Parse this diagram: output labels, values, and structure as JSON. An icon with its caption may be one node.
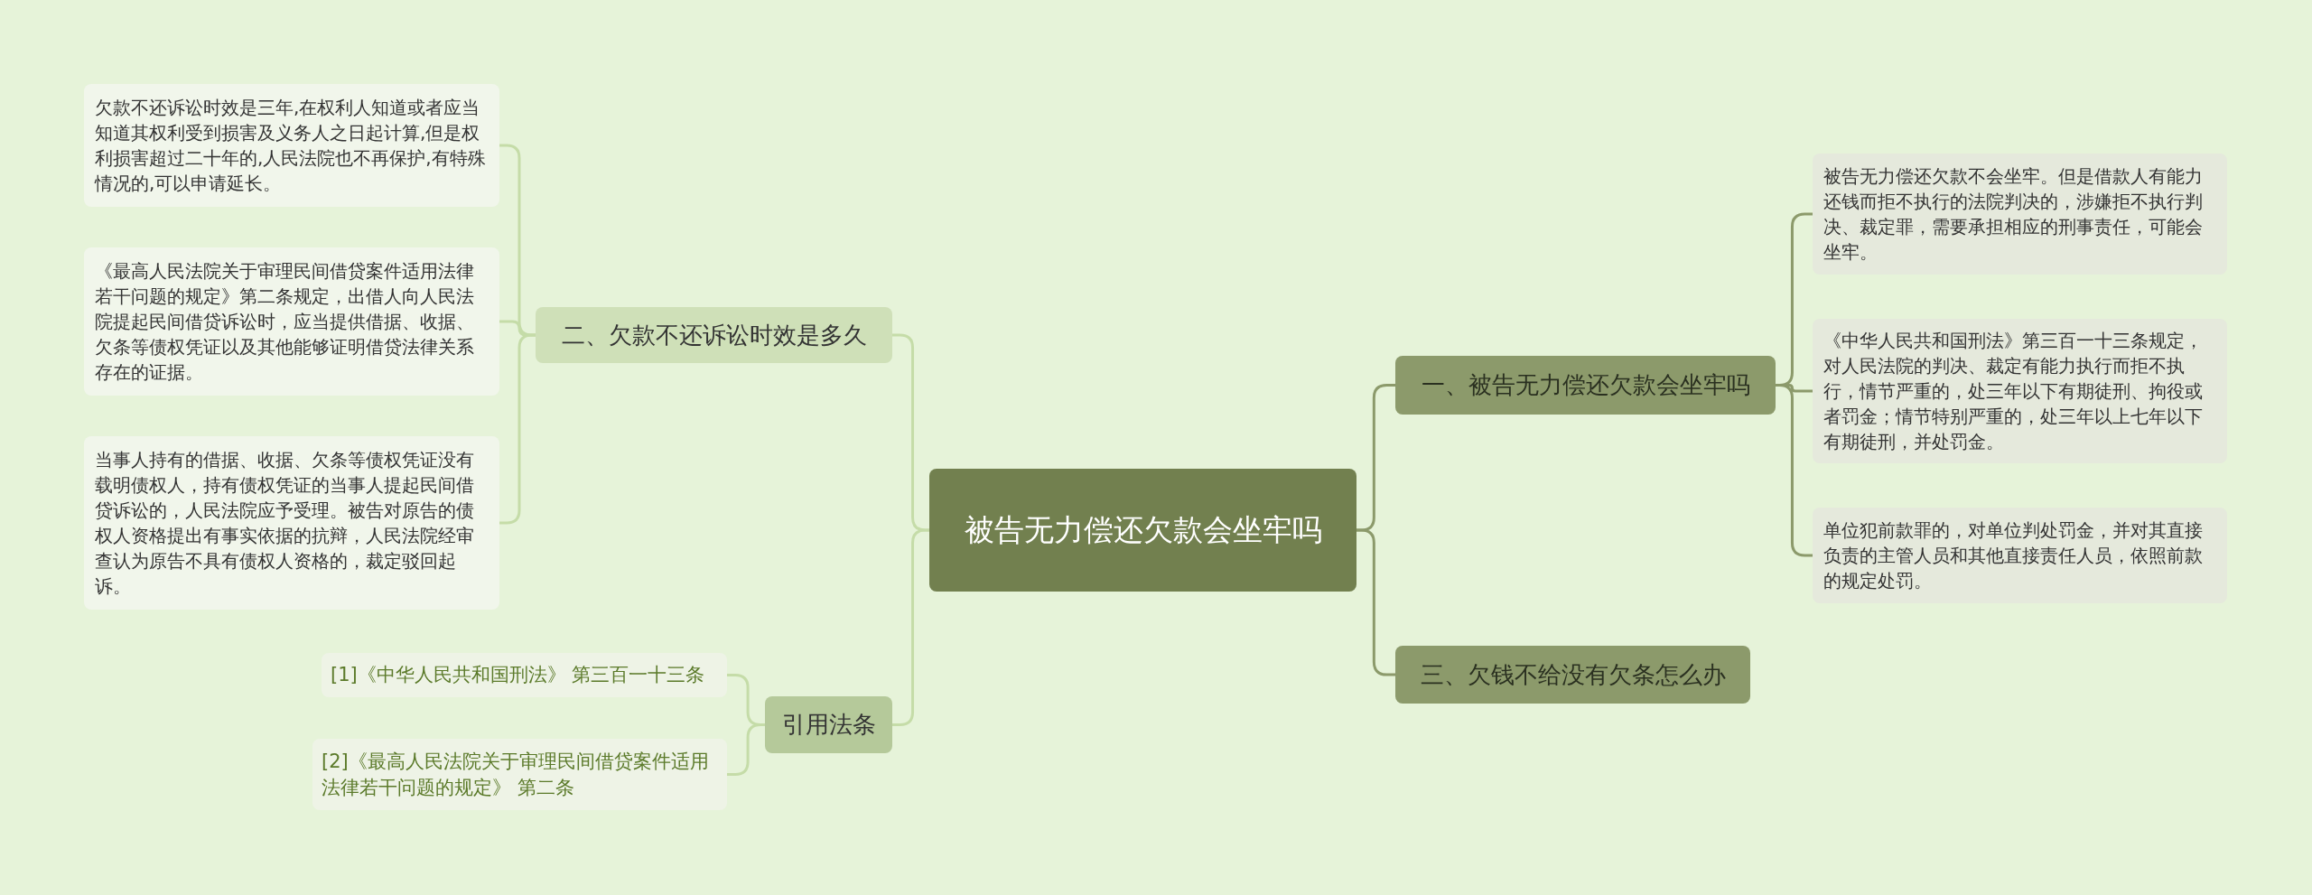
{
  "diagram": {
    "nodes": [
      {
        "text": [
          "被告无力偿还欠款会坐牢吗"
        ]
      },
      {
        "text": [
          "二、欠款不还诉讼时效是多久"
        ]
      },
      {
        "text": [
          "欠款不还诉讼时效是三年,在权利人知道或者应当知道其权利受到损害及义务人之日起计算,但是权利损害超过二十年的,人民法院也不再保护,有特殊情况的,可以申请延长。"
        ]
      },
      {
        "text": [
          "《最高人民法院关于审理民间借贷案件适用法律若干问题的规定》第二条规定，出借人向人民法院提起民间借贷诉讼时，应当提供借据、收据、欠条等债权凭证以及其他能够证明借贷法律关系存在的证据。"
        ]
      },
      {
        "text": [
          "当事人持有的借据、收据、欠条等债权凭证没有载明债权人，持有债权凭证的当事人提起民间借贷诉讼的，人民法院应予受理。被告对原告的债权人资格提出有事实依据的抗辩，人民法院经审查认为原告不具有债权人资格的，裁定驳回起诉。"
        ]
      },
      {
        "text": [
          "引用法条"
        ]
      },
      {
        "text": [
          "[1]《中华人民共和国刑法》 第三百一十三条"
        ]
      },
      {
        "text": [
          "[2]《最高人民法院关于审理民间借贷案件适用法律若干问题的规定》 第二条"
        ]
      },
      {
        "text": [
          "一、被告无力偿还欠款会坐牢吗"
        ]
      },
      {
        "text": [
          "被告无力偿还欠款不会坐牢。但是借款人有能力还钱而拒不执行的法院判决的，涉嫌拒不执行判决、裁定罪，需要承担相应的刑事责任，可能会坐牢。"
        ]
      },
      {
        "text": [
          "《中华人民共和国刑法》第三百一十三条规定，对人民法院的判决、裁定有能力执行而拒不执行，情节严重的，处三年以下有期徒刑、拘役或者罚金；情节特别严重的，处三年以上七年以下有期徒刑，并处罚金。"
        ]
      },
      {
        "text": [
          "单位犯前款罪的，对单位判处罚金，并对其直接负责的主管人员和其他直接责任人员，依照前款的规定处罚。"
        ]
      },
      {
        "text": [
          "三、欠钱不给没有欠条怎么办"
        ]
      }
    ],
    "edges": [
      {
        "from": 0,
        "to": 1,
        "arrow": "none"
      },
      {
        "from": 1,
        "to": 2,
        "arrow": "none"
      },
      {
        "from": 1,
        "to": 3,
        "arrow": "none"
      },
      {
        "from": 1,
        "to": 4,
        "arrow": "none"
      },
      {
        "from": 0,
        "to": 5,
        "arrow": "none"
      },
      {
        "from": 5,
        "to": 6,
        "arrow": "none"
      },
      {
        "from": 5,
        "to": 7,
        "arrow": "none"
      },
      {
        "from": 0,
        "to": 8,
        "arrow": "none"
      },
      {
        "from": 8,
        "to": 9,
        "arrow": "none"
      },
      {
        "from": 8,
        "to": 10,
        "arrow": "none"
      },
      {
        "from": 8,
        "to": 11,
        "arrow": "none"
      },
      {
        "from": 0,
        "to": 12,
        "arrow": "none"
      }
    ]
  }
}
